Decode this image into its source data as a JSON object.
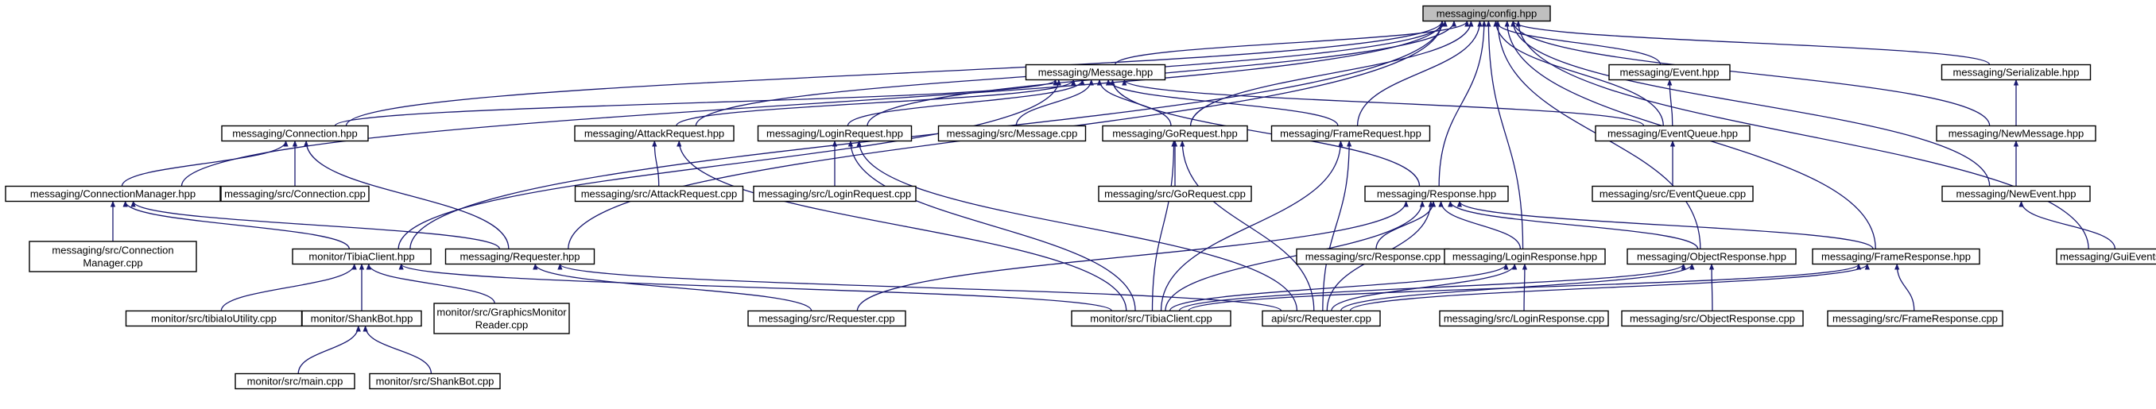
{
  "graph": {
    "root": "config_hpp",
    "nodes": [
      {
        "id": "config_hpp",
        "label": [
          "messaging/config.hpp"
        ]
      },
      {
        "id": "message_hpp",
        "label": [
          "messaging/Message.hpp"
        ]
      },
      {
        "id": "event_hpp",
        "label": [
          "messaging/Event.hpp"
        ]
      },
      {
        "id": "serializable_hpp",
        "label": [
          "messaging/Serializable.hpp"
        ]
      },
      {
        "id": "connection_hpp",
        "label": [
          "messaging/Connection.hpp"
        ]
      },
      {
        "id": "attackrequest_hpp",
        "label": [
          "messaging/AttackRequest.hpp"
        ]
      },
      {
        "id": "loginrequest_hpp",
        "label": [
          "messaging/LoginRequest.hpp"
        ]
      },
      {
        "id": "message_cpp",
        "label": [
          "messaging/src/Message.cpp"
        ]
      },
      {
        "id": "gorequest_hpp",
        "label": [
          "messaging/GoRequest.hpp"
        ]
      },
      {
        "id": "framerequest_hpp",
        "label": [
          "messaging/FrameRequest.hpp"
        ]
      },
      {
        "id": "eventqueue_hpp",
        "label": [
          "messaging/EventQueue.hpp"
        ]
      },
      {
        "id": "newmessage_hpp",
        "label": [
          "messaging/NewMessage.hpp"
        ]
      },
      {
        "id": "connectionmanager_hpp",
        "label": [
          "messaging/ConnectionManager.hpp"
        ]
      },
      {
        "id": "connection_cpp",
        "label": [
          "messaging/src/Connection.cpp"
        ]
      },
      {
        "id": "attackrequest_cpp",
        "label": [
          "messaging/src/AttackRequest.cpp"
        ]
      },
      {
        "id": "loginrequest_cpp",
        "label": [
          "messaging/src/LoginRequest.cpp"
        ]
      },
      {
        "id": "gorequest_cpp",
        "label": [
          "messaging/src/GoRequest.cpp"
        ]
      },
      {
        "id": "response_hpp",
        "label": [
          "messaging/Response.hpp"
        ]
      },
      {
        "id": "eventqueue_cpp",
        "label": [
          "messaging/src/EventQueue.cpp"
        ]
      },
      {
        "id": "newevent_hpp",
        "label": [
          "messaging/NewEvent.hpp"
        ]
      },
      {
        "id": "connectionmanager_cpp",
        "label": [
          "messaging/src/Connection",
          "Manager.cpp"
        ]
      },
      {
        "id": "tibiaclient_hpp",
        "label": [
          "monitor/TibiaClient.hpp"
        ]
      },
      {
        "id": "requester_hpp",
        "label": [
          "messaging/Requester.hpp"
        ]
      },
      {
        "id": "response_cpp",
        "label": [
          "messaging/src/Response.cpp"
        ]
      },
      {
        "id": "loginresponse_hpp",
        "label": [
          "messaging/LoginResponse.hpp"
        ]
      },
      {
        "id": "objectresponse_hpp",
        "label": [
          "messaging/ObjectResponse.hpp"
        ]
      },
      {
        "id": "frameresponse_hpp",
        "label": [
          "messaging/FrameResponse.hpp"
        ]
      },
      {
        "id": "guievents_hpp",
        "label": [
          "messaging/GuiEvents.hpp"
        ]
      },
      {
        "id": "tibiaioutility_cpp",
        "label": [
          "monitor/src/tibiaIoUtility.cpp"
        ]
      },
      {
        "id": "shankbot_hpp",
        "label": [
          "monitor/ShankBot.hpp"
        ]
      },
      {
        "id": "graphicsmonitorreader_cpp",
        "label": [
          "monitor/src/GraphicsMonitor",
          "Reader.cpp"
        ]
      },
      {
        "id": "requester_cpp",
        "label": [
          "messaging/src/Requester.cpp"
        ]
      },
      {
        "id": "tibiaclient_cpp",
        "label": [
          "monitor/src/TibiaClient.cpp"
        ]
      },
      {
        "id": "api_requester_cpp",
        "label": [
          "api/src/Requester.cpp"
        ]
      },
      {
        "id": "loginresponse_cpp",
        "label": [
          "messaging/src/LoginResponse.cpp"
        ]
      },
      {
        "id": "objectresponse_cpp",
        "label": [
          "messaging/src/ObjectResponse.cpp"
        ]
      },
      {
        "id": "frameresponse_cpp",
        "label": [
          "messaging/src/FrameResponse.cpp"
        ]
      },
      {
        "id": "main_cpp",
        "label": [
          "monitor/src/main.cpp"
        ]
      },
      {
        "id": "shankbot_cpp",
        "label": [
          "monitor/src/ShankBot.cpp"
        ]
      }
    ],
    "edges": [
      [
        "message_hpp",
        "config_hpp"
      ],
      [
        "event_hpp",
        "config_hpp"
      ],
      [
        "serializable_hpp",
        "config_hpp"
      ],
      [
        "connection_hpp",
        "config_hpp"
      ],
      [
        "attackrequest_hpp",
        "config_hpp"
      ],
      [
        "loginrequest_hpp",
        "config_hpp"
      ],
      [
        "gorequest_hpp",
        "config_hpp"
      ],
      [
        "framerequest_hpp",
        "config_hpp"
      ],
      [
        "eventqueue_hpp",
        "config_hpp"
      ],
      [
        "newmessage_hpp",
        "config_hpp"
      ],
      [
        "connectionmanager_hpp",
        "config_hpp"
      ],
      [
        "response_hpp",
        "config_hpp"
      ],
      [
        "newevent_hpp",
        "config_hpp"
      ],
      [
        "tibiaclient_hpp",
        "config_hpp"
      ],
      [
        "requester_hpp",
        "config_hpp"
      ],
      [
        "loginresponse_hpp",
        "config_hpp"
      ],
      [
        "objectresponse_hpp",
        "config_hpp"
      ],
      [
        "frameresponse_hpp",
        "config_hpp"
      ],
      [
        "guievents_hpp",
        "config_hpp"
      ],
      [
        "connection_hpp",
        "message_hpp"
      ],
      [
        "attackrequest_hpp",
        "message_hpp"
      ],
      [
        "loginrequest_hpp",
        "message_hpp"
      ],
      [
        "message_cpp",
        "message_hpp"
      ],
      [
        "gorequest_hpp",
        "message_hpp"
      ],
      [
        "framerequest_hpp",
        "message_hpp"
      ],
      [
        "eventqueue_hpp",
        "message_hpp"
      ],
      [
        "response_hpp",
        "message_hpp"
      ],
      [
        "tibiaclient_hpp",
        "message_hpp"
      ],
      [
        "eventqueue_hpp",
        "event_hpp"
      ],
      [
        "newmessage_hpp",
        "serializable_hpp"
      ],
      [
        "newevent_hpp",
        "newmessage_hpp"
      ],
      [
        "guievents_hpp",
        "newevent_hpp"
      ],
      [
        "eventqueue_cpp",
        "eventqueue_hpp"
      ],
      [
        "connectionmanager_hpp",
        "connection_hpp"
      ],
      [
        "connection_cpp",
        "connection_hpp"
      ],
      [
        "requester_hpp",
        "connection_hpp"
      ],
      [
        "connectionmanager_cpp",
        "connectionmanager_hpp"
      ],
      [
        "tibiaclient_hpp",
        "connectionmanager_hpp"
      ],
      [
        "requester_hpp",
        "connectionmanager_hpp"
      ],
      [
        "attackrequest_cpp",
        "attackrequest_hpp"
      ],
      [
        "tibiaclient_cpp",
        "attackrequest_hpp"
      ],
      [
        "loginrequest_cpp",
        "loginrequest_hpp"
      ],
      [
        "tibiaclient_cpp",
        "loginrequest_hpp"
      ],
      [
        "api_requester_cpp",
        "loginrequest_hpp"
      ],
      [
        "gorequest_cpp",
        "gorequest_hpp"
      ],
      [
        "tibiaclient_cpp",
        "gorequest_hpp"
      ],
      [
        "api_requester_cpp",
        "gorequest_hpp"
      ],
      [
        "tibiaclient_cpp",
        "framerequest_hpp"
      ],
      [
        "api_requester_cpp",
        "framerequest_hpp"
      ],
      [
        "response_cpp",
        "response_hpp"
      ],
      [
        "loginresponse_hpp",
        "response_hpp"
      ],
      [
        "objectresponse_hpp",
        "response_hpp"
      ],
      [
        "frameresponse_hpp",
        "response_hpp"
      ],
      [
        "requester_cpp",
        "response_hpp"
      ],
      [
        "tibiaclient_cpp",
        "response_hpp"
      ],
      [
        "api_requester_cpp",
        "response_hpp"
      ],
      [
        "tibiaclient_cpp",
        "loginresponse_hpp"
      ],
      [
        "api_requester_cpp",
        "loginresponse_hpp"
      ],
      [
        "loginresponse_cpp",
        "loginresponse_hpp"
      ],
      [
        "tibiaclient_cpp",
        "objectresponse_hpp"
      ],
      [
        "api_requester_cpp",
        "objectresponse_hpp"
      ],
      [
        "objectresponse_cpp",
        "objectresponse_hpp"
      ],
      [
        "tibiaclient_cpp",
        "frameresponse_hpp"
      ],
      [
        "api_requester_cpp",
        "frameresponse_hpp"
      ],
      [
        "frameresponse_cpp",
        "frameresponse_hpp"
      ],
      [
        "tibiaioutility_cpp",
        "tibiaclient_hpp"
      ],
      [
        "shankbot_hpp",
        "tibiaclient_hpp"
      ],
      [
        "graphicsmonitorreader_cpp",
        "tibiaclient_hpp"
      ],
      [
        "tibiaclient_cpp",
        "tibiaclient_hpp"
      ],
      [
        "requester_cpp",
        "requester_hpp"
      ],
      [
        "api_requester_cpp",
        "requester_hpp"
      ],
      [
        "main_cpp",
        "shankbot_hpp"
      ],
      [
        "shankbot_cpp",
        "shankbot_hpp"
      ]
    ]
  },
  "colors": {
    "edge": "#191970",
    "root_fill": "#bfbfbf",
    "node_fill": "#ffffff",
    "node_stroke": "#000000"
  }
}
